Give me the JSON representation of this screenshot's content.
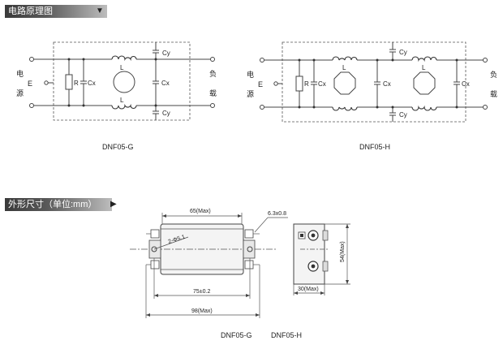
{
  "headers": {
    "circuit": "电路原理图",
    "dimensions": "外形尺寸（单位:mm）",
    "circuit_arrow": "▼",
    "dimensions_arrow": "▶"
  },
  "circuit_g": {
    "left_top": "电",
    "left_mid": "E",
    "left_bot": "源",
    "right_top": "负",
    "right_bot": "载",
    "R": "R",
    "Cx_left": "Cx",
    "Cx_right": "Cx",
    "Cy_top": "Cy",
    "Cy_bot": "Cy",
    "L_top": "L",
    "L_bot": "L",
    "caption": "DNF05-G"
  },
  "circuit_h": {
    "left_top": "电",
    "left_mid": "E",
    "left_bot": "源",
    "right_top": "负",
    "right_bot": "载",
    "R": "R",
    "Cx_1": "Cx",
    "Cx_2": "Cx",
    "Cx_3": "Cx",
    "Cy_top": "Cy",
    "Cy_bot": "Cy",
    "L_1": "L",
    "L_2": "L",
    "caption": "DNF05-H"
  },
  "dims": {
    "width_max": "65(Max)",
    "terminal": "6.3x0.8",
    "hole": "2-Φ5.1",
    "mount": "75±0.2",
    "overall": "98(Max)",
    "height": "54(Max)",
    "depth": "30(Max)",
    "caption_g": "DNF05-G",
    "caption_h": "DNF05-H"
  }
}
